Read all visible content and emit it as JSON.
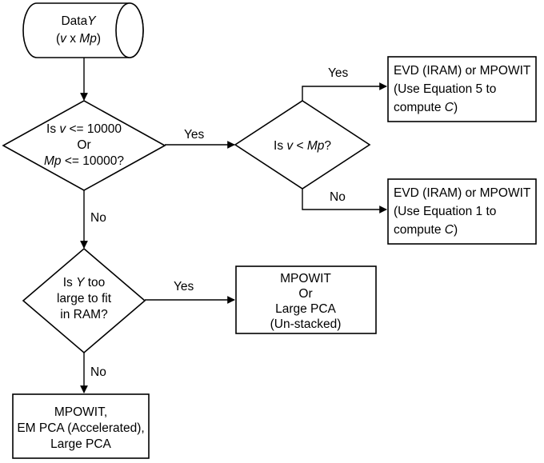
{
  "flowchart": {
    "start": {
      "line1": "Data",
      "line1_var": "Y",
      "line2_var1": "v",
      "line2_mid": " x ",
      "line2_var2": "Mp"
    },
    "decision_size": {
      "l1_pre": "Is ",
      "l1_var": "v",
      "l1_post": " <= 10000",
      "l2": "Or",
      "l3_var": "Mp",
      "l3_post": " <= 10000?"
    },
    "decision_compare": {
      "pre": "Is ",
      "var1": "v",
      "mid": " < ",
      "var2": "Mp",
      "post": "?"
    },
    "decision_ram": {
      "l1_pre": "Is ",
      "l1_var": "Y",
      "l1_post": " too",
      "l2": "large to fit",
      "l3": "in RAM?"
    },
    "box_evd_eq5": {
      "l1": "EVD (IRAM)  or MPOWIT",
      "l2": "(Use Equation 5 to",
      "l3_pre": "compute ",
      "l3_var": "C",
      "l3_post": ")"
    },
    "box_evd_eq1": {
      "l1": "EVD (IRAM)  or MPOWIT",
      "l2": "(Use Equation 1 to",
      "l3_pre": "compute ",
      "l3_var": "C",
      "l3_post": ")"
    },
    "box_unstacked": {
      "l1": "MPOWIT",
      "l2": "Or",
      "l3": "Large PCA",
      "l4": "(Un-stacked)"
    },
    "box_final": {
      "l1": "MPOWIT,",
      "l2": "EM PCA (Accelerated),",
      "l3": "Large PCA"
    },
    "labels": {
      "yes_size": "Yes",
      "no_size": "No",
      "yes_compare": "Yes",
      "no_compare": "No",
      "yes_ram": "Yes",
      "no_ram": "No"
    }
  }
}
